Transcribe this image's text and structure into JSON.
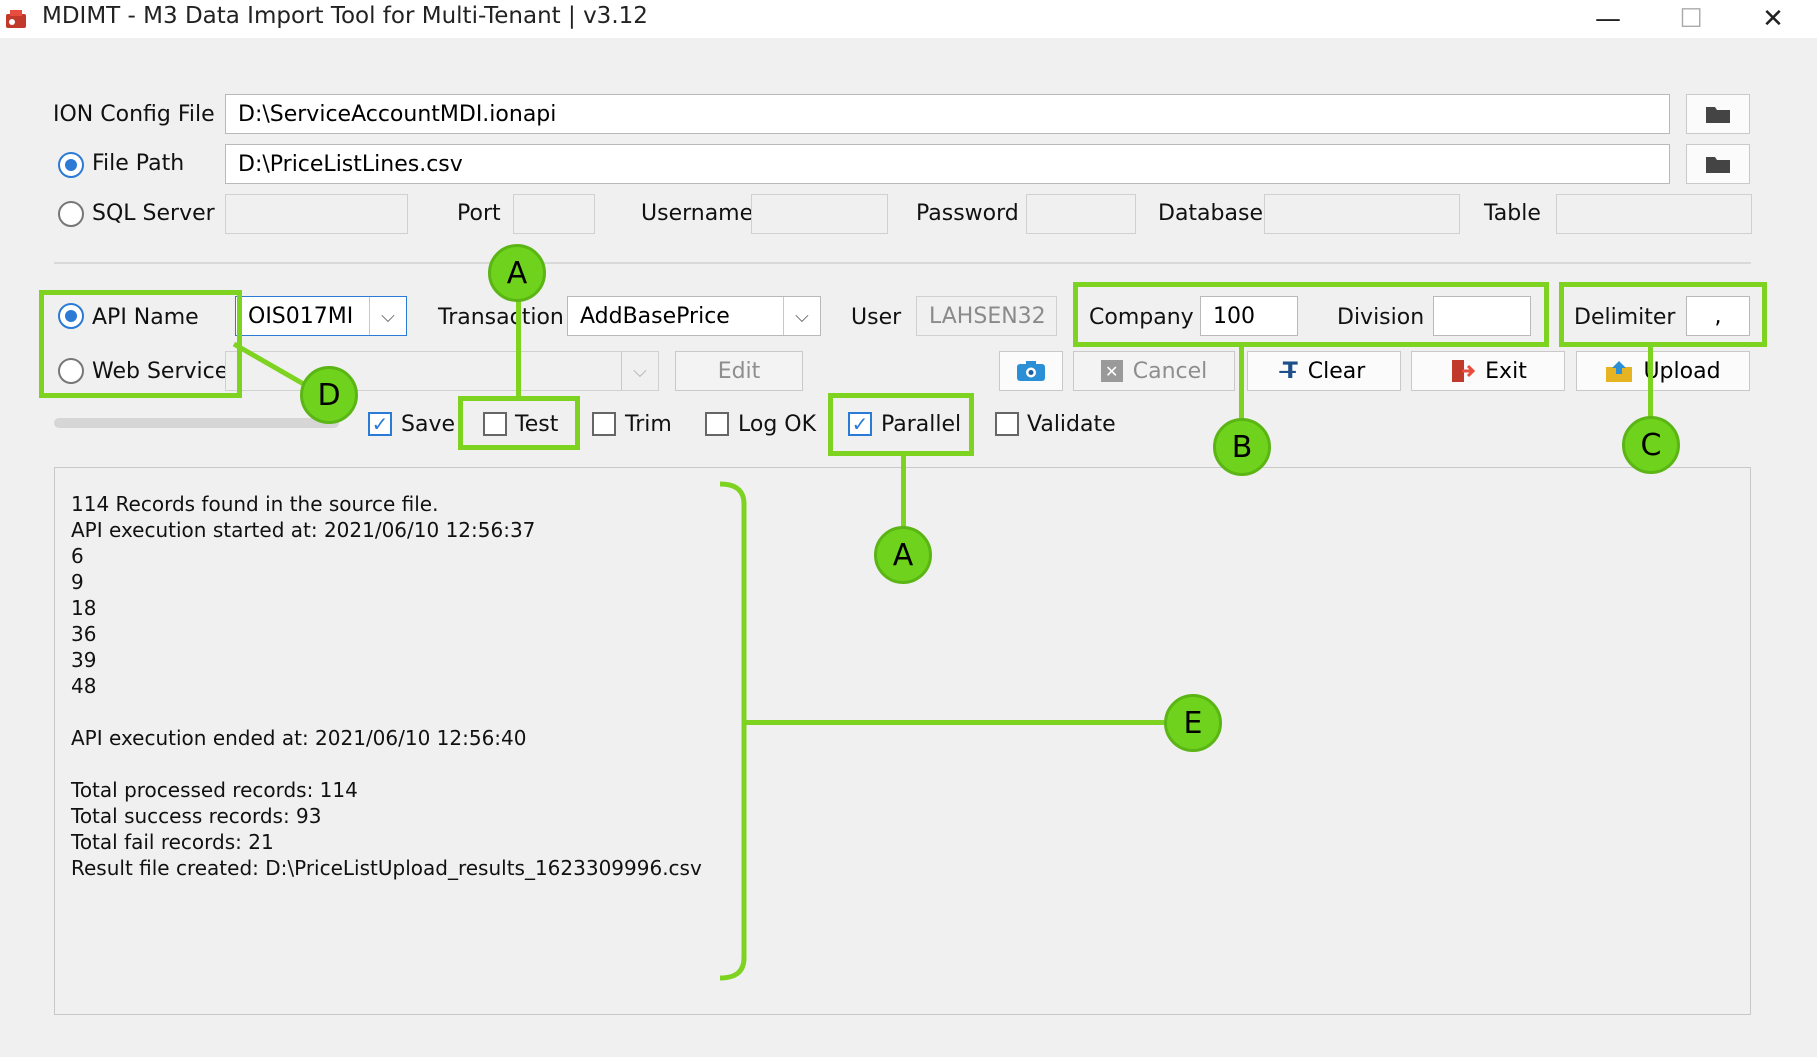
{
  "window": {
    "title": "MDIMT - M3 Data Import Tool for Multi-Tenant | v3.12",
    "minimize": "—",
    "maximize": "☐",
    "close": "✕"
  },
  "config": {
    "ion_label": "ION Config File",
    "ion_value": "D:\\ServiceAccountMDI.ionapi",
    "file_path_label": "File Path",
    "file_path_value": "D:\\PriceListLines.csv",
    "sql_server_label": "SQL Server",
    "port_label": "Port",
    "username_label": "Username",
    "password_label": "Password",
    "database_label": "Database",
    "table_label": "Table"
  },
  "api": {
    "api_name_label": "API Name",
    "api_name_value": "OIS017MI",
    "web_service_label": "Web Service",
    "transaction_label": "Transaction",
    "transaction_value": "AddBasePrice",
    "user_label": "User",
    "user_value": "LAHSEN32",
    "company_label": "Company",
    "company_value": "100",
    "division_label": "Division",
    "delimiter_label": "Delimiter",
    "delimiter_value": ","
  },
  "buttons": {
    "edit": "Edit",
    "cancel": "Cancel",
    "clear": "Clear",
    "exit": "Exit",
    "upload": "Upload"
  },
  "options": {
    "save": "Save",
    "test": "Test",
    "trim": "Trim",
    "log_ok": "Log OK",
    "parallel": "Parallel",
    "validate": "Validate",
    "checked": {
      "save": true,
      "test": false,
      "trim": false,
      "log_ok": false,
      "parallel": true,
      "validate": false
    }
  },
  "log": {
    "lines": [
      "114 Records found in the source file.",
      "API execution started at: 2021/06/10 12:56:37",
      "6",
      "9",
      "18",
      "36",
      "39",
      "48",
      "",
      "API execution ended at: 2021/06/10 12:56:40",
      "",
      "Total processed records: 114",
      "Total success records: 93",
      "Total fail records: 21",
      "Result file created: D:\\PriceListUpload_results_1623309996.csv"
    ]
  },
  "annotations": {
    "a": "A",
    "b": "B",
    "c": "C",
    "d": "D",
    "e": "E"
  },
  "colors": {
    "accent": "#2b7ad6",
    "highlight": "#7ed321",
    "callout_fill": "#6fd21c"
  }
}
